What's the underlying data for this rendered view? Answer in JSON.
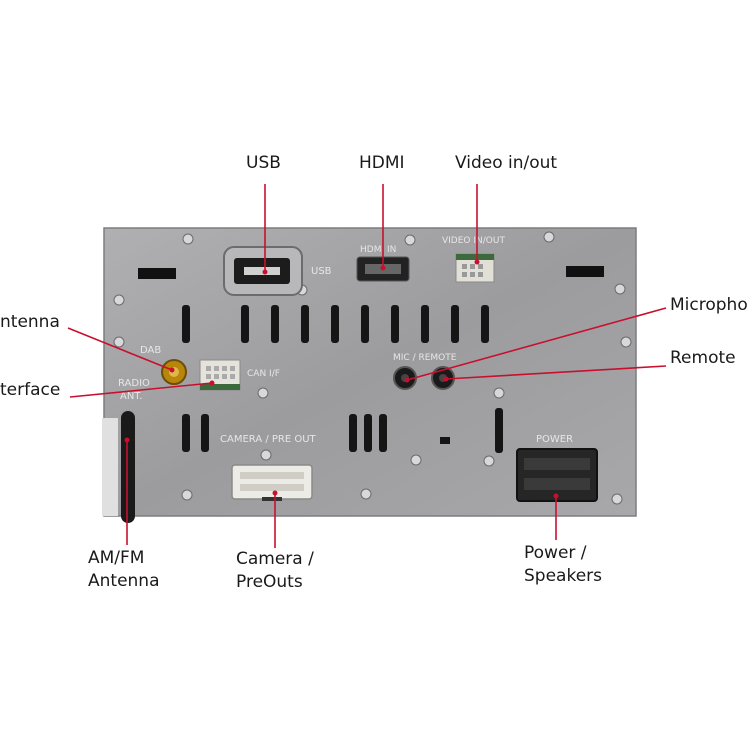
{
  "callouts": {
    "usb": "USB",
    "hdmi": "HDMI",
    "video": "Video in/out",
    "dab_antenna": "ntenna",
    "can_interface": "terface",
    "microphone": "Micropho",
    "remote": "Remote",
    "am_fm_line1": "AM/FM",
    "am_fm_line2": "Antenna",
    "camera_line1": "Camera /",
    "camera_line2": "PreOuts",
    "power_line1": "Power /",
    "power_line2": "Speakers"
  },
  "panel_markings": {
    "usb": "USB",
    "hdmi": "HDMI IN",
    "video": "VIDEO IN/OUT",
    "dab": "DAB",
    "can": "CAN I/F",
    "radio_line1": "RADIO",
    "radio_line2": "ANT.",
    "mic_remote": "MIC / REMOTE",
    "camera": "CAMERA / PRE OUT",
    "power": "POWER"
  },
  "colors": {
    "callout_line": "#c8102e",
    "panel": "#9a9a9c",
    "connector_dark": "#2a2a2a",
    "connector_light": "#e8e6e0"
  }
}
